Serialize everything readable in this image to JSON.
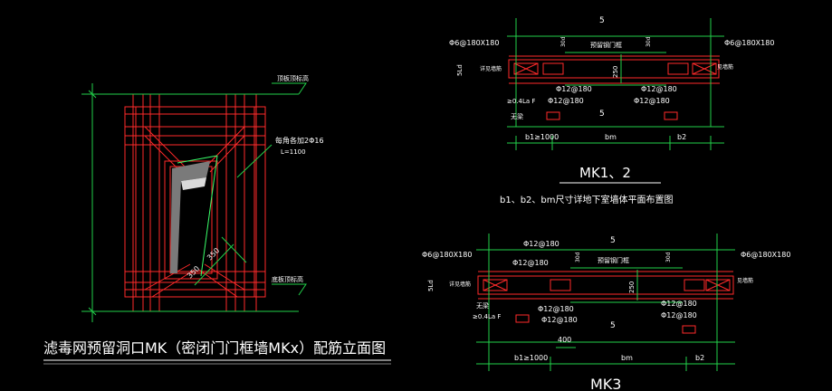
{
  "colors": {
    "background": "#000000",
    "structure": "#ff2a2a",
    "dimension": "#22d04a",
    "text": "#ffffff",
    "diagonal": "#39ff6a",
    "void_fill": "#7a7a7a",
    "accent_yellow": "#e8e84a"
  },
  "elevation": {
    "title": "滤毒网预留洞口MK（密闭门门框墙MKx）配筋立面图",
    "top_level_label": "顶板顶标高",
    "bottom_level_label": "底板顶标高",
    "diag_bar_label": "每角各加2Φ16",
    "diag_bar_len": "L=1100",
    "dim_a": "350",
    "dim_b": "350"
  },
  "mk12": {
    "title": "MK1、2",
    "subtitle": "b1、b2、bm尺寸详地下室墙体平面布置图",
    "num_top": "5",
    "num_bottom": "5",
    "rebar_left": "Φ6@180X180",
    "rebar_right": "Φ6@180X180",
    "beam_label": "预留钢门框",
    "side_left": "5Ld",
    "side_dim": "250",
    "bar_l": "Φ12@180",
    "bar_r": "Φ12@180",
    "bar_l2": "Φ12@180",
    "bar_r2": "Φ12@180",
    "lap": "≥0.4La F",
    "left_tag": "无梁",
    "right_tag": "见墙筋",
    "left_wall_tag": "详见墙筋",
    "dim_b1": "b1≥1000",
    "dim_bm": "bm",
    "dim_b2": "b2",
    "small_a": "30d",
    "small_b": "30d"
  },
  "mk3": {
    "title": "MK3",
    "num_top": "5",
    "num_bottom": "5",
    "rebar_left": "Φ6@180X180",
    "rebar_right": "Φ6@180X180",
    "beam_label": "预留钢门框",
    "side_left": "5Ld",
    "side_dim": "250",
    "bar_top": "Φ12@180",
    "bar_l1": "Φ12@180",
    "bar_l2": "Φ12@180",
    "bar_r1": "Φ12@180",
    "bar_r2": "Φ12@180",
    "bar_l3": "Φ12@180",
    "lap": "≥0.4La F",
    "left_tag": "无梁",
    "right_tag": "见墙筋",
    "left_wall_tag": "详见墙筋",
    "dim_400": "400",
    "dim_b1": "b1≥1000",
    "dim_bm": "bm",
    "dim_b2": "b2",
    "small_a": "30d",
    "small_b": "30d"
  }
}
